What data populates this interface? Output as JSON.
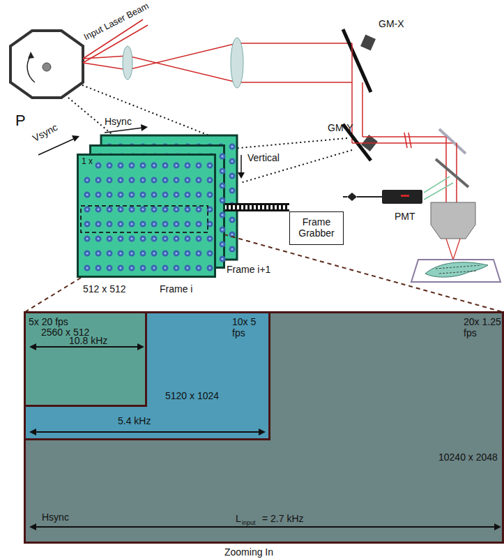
{
  "diagram": {
    "nodes": [
      {
        "text": [
          "Frame Grabber"
        ]
      },
      {
        "text": [
          "1 x",
          "512 x 512",
          "Frame i"
        ]
      },
      {
        "text": [
          "Frame i+1"
        ]
      },
      {
        "text": [
          "20x 1.25 fps",
          "10240 x 2048"
        ]
      },
      {
        "text": [
          "10x 5 fps",
          "5120 x 1024",
          "5.4 kHz"
        ],
        "in": 3
      },
      {
        "text": [
          "5x 20 fps",
          "2560 x 512",
          "10.8 kHz"
        ],
        "in": 4
      }
    ],
    "edges": [
      {
        "from": 1,
        "to": 0,
        "arrow": "none"
      }
    ],
    "labels": [
      "Input Laser Beam",
      "P",
      "GM-X",
      "GM-Y",
      "PMT",
      "Hsync",
      "Vsync",
      "Vertical",
      "Hsync",
      "L",
      "input",
      "= 2.7 kHz",
      "Zooming In"
    ]
  }
}
